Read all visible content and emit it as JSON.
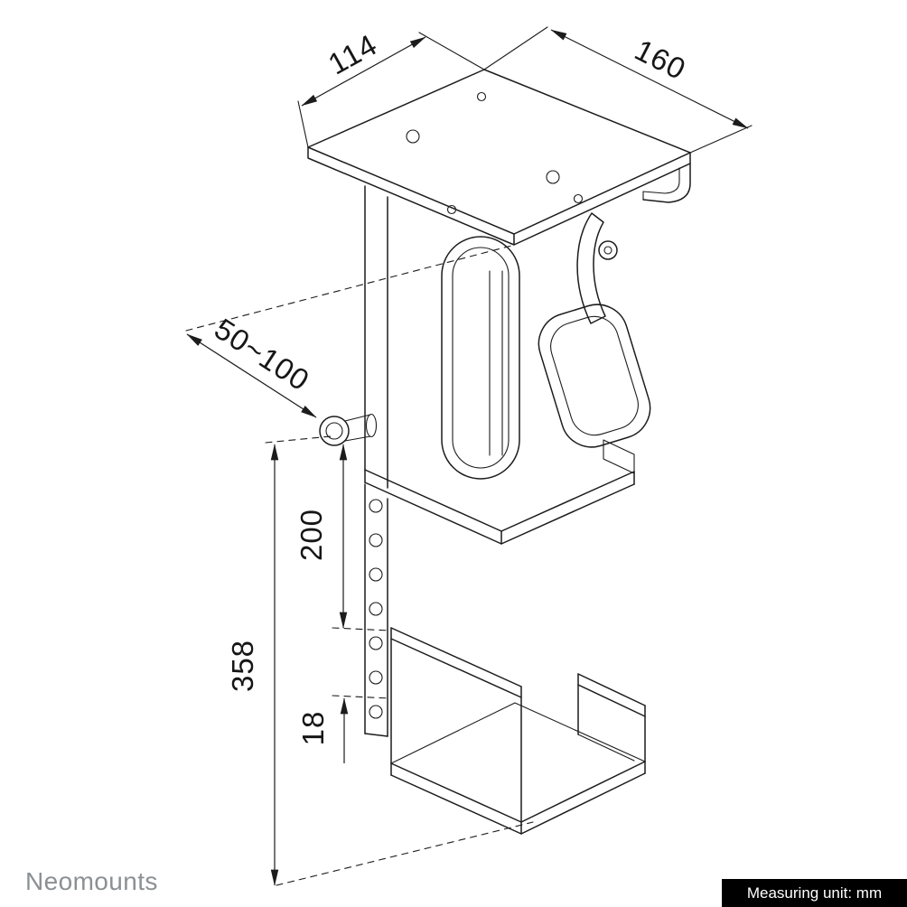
{
  "drawing": {
    "dimensions": {
      "depth": "114",
      "width": "160",
      "adjust_range": "50~100",
      "upper_height": "200",
      "total_height": "358",
      "hole_spacing": "18"
    },
    "colors": {
      "line": "#1c1c1c",
      "background": "#ffffff"
    }
  },
  "footer": {
    "brand": "Neomounts",
    "brand_color": "#8b9093",
    "bar": {
      "label": "Measuring unit: mm",
      "background": "#000000",
      "text_color": "#ffffff"
    }
  }
}
